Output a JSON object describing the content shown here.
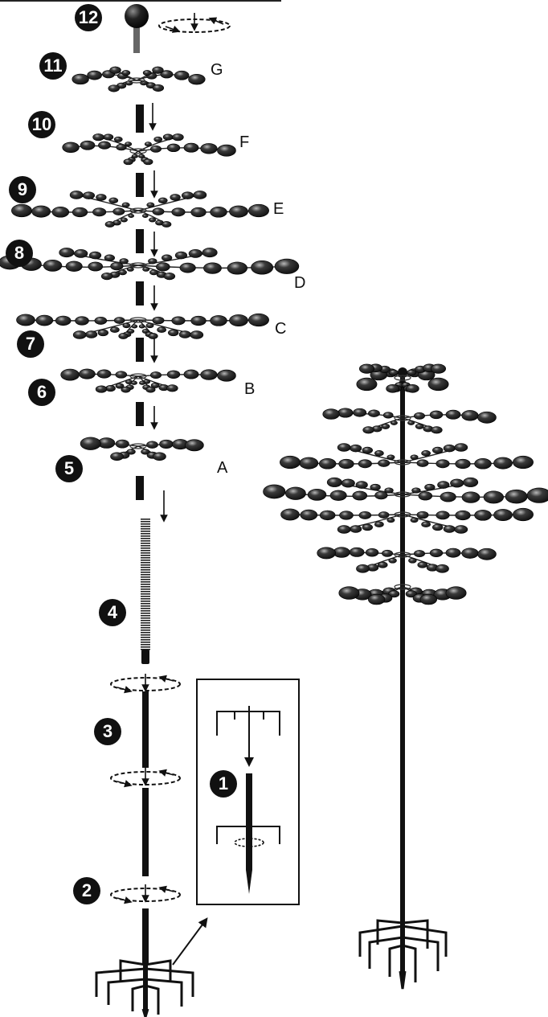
{
  "step_numbers": [
    "12",
    "11",
    "10",
    "9",
    "8",
    "7",
    "6",
    "5",
    "4",
    "3",
    "2",
    "1"
  ],
  "layer_letters": [
    "G",
    "F",
    "E",
    "D",
    "C",
    "B",
    "A"
  ],
  "colors": {
    "ink": "#111111",
    "leaf": "#1a1a1a",
    "leaf_highlight": "#9a9a9a",
    "background": "#ffffff"
  }
}
